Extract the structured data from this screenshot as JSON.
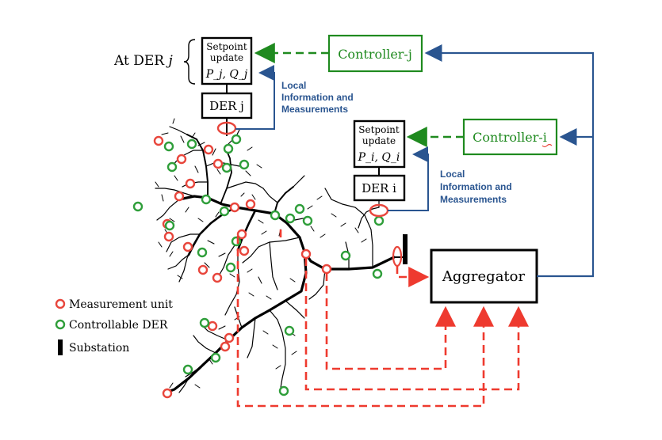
{
  "der_j": {
    "label_prefix": "At DER ",
    "label_var": "j",
    "setpoint_line1": "Setpoint",
    "setpoint_line2": "update",
    "setpoint_vars": "P_j, Q_j",
    "der_box": "DER j"
  },
  "der_i": {
    "setpoint_line1": "Setpoint",
    "setpoint_line2": "update",
    "setpoint_vars": "P_i, Q_i",
    "der_box": "DER i"
  },
  "controller_j": {
    "label": "Controller-j"
  },
  "controller_i": {
    "label": "Controller-i"
  },
  "local_info_j": [
    "Local",
    "Information and",
    "Measurements"
  ],
  "local_info_i": [
    "Local",
    "Information and",
    "Measurements"
  ],
  "aggregator": {
    "label": "Aggregator"
  },
  "legend": {
    "measurement": "Measurement unit",
    "controllable": "Controllable DER",
    "substation": "Substation"
  },
  "colors": {
    "measurement": "#e8463c",
    "controllable": "#2f9e3a",
    "controller": "#1f8a1f",
    "info_link": "#2a5590",
    "aggregation": "#ee3a2f",
    "network": "#000000"
  }
}
